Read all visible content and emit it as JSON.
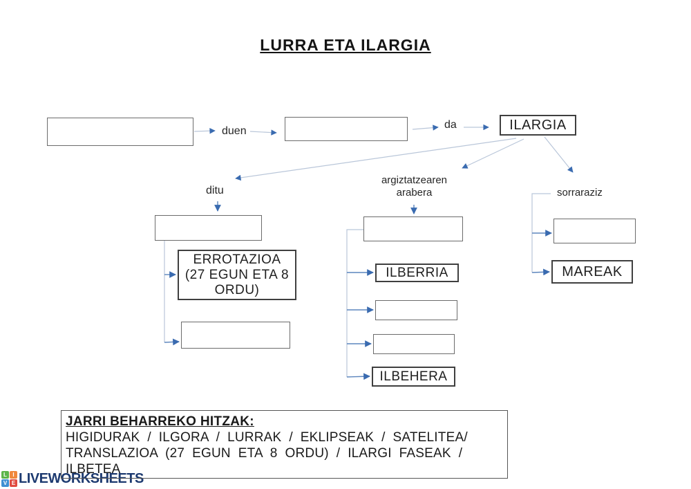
{
  "title": "LURRA ETA ILARGIA",
  "connector_labels": {
    "duen": "duen",
    "da": "da",
    "ditu": "ditu",
    "argiztatzearen_line1": "argiztatzearen",
    "argiztatzearen_line2": "arabera",
    "sorraraziz": "sorraraziz"
  },
  "boxes": {
    "ilargia": "ILARGIA",
    "errotazioa": {
      "lines": [
        "ERROTAZIOA",
        "(27 EGUN ETA 8",
        "ORDU)"
      ]
    },
    "ilberria": "ILBERRIA",
    "ilbehera": "ILBEHERA",
    "mareak": "MAREAK"
  },
  "word_bank": {
    "heading": "JARRI BEHARREKO HITZAK:",
    "lines": [
      "HIGIDURAK  /  ILGORA  /  LURRAK  /  EKLIPSEAK  /  SATELITEA/",
      "TRANSLAZIOA  (27  EGUN  ETA  8  ORDU)  /  ILARGI  FASEAK  /",
      "ILBETEA"
    ]
  },
  "footer": {
    "brand": "LIVEWORKSHEETS",
    "logo_letters": [
      "L",
      "I",
      "V",
      "E"
    ]
  },
  "colors": {
    "arrowhead": "#3a6bb0",
    "connector_line": "#b9c6d9",
    "box_border": "#595959",
    "brand_navy": "#1d3a70",
    "logo_green": "#5cb54a",
    "logo_orange": "#f0883b",
    "logo_blue": "#3f8fd2",
    "logo_red": "#e04a3f"
  }
}
